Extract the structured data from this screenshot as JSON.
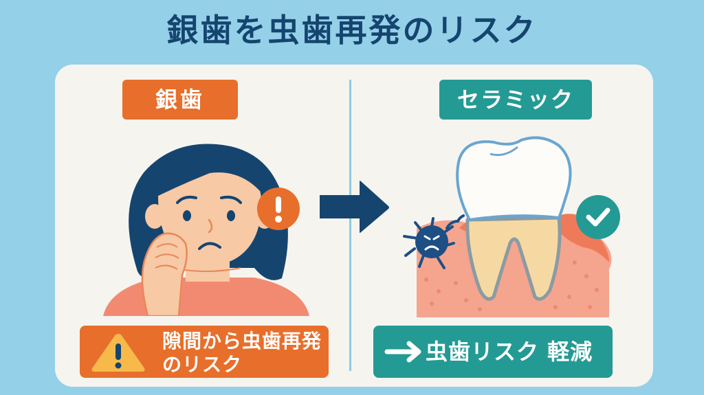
{
  "header": {
    "title": "銀歯を虫歯再発のリスク"
  },
  "left_panel": {
    "badge_label": "銀歯",
    "illustration": "worried-woman-holding-cheek",
    "alert_icon": "exclamation-circle-icon",
    "bottom_box": {
      "icon": "warning-triangle-icon",
      "line1": "隙間から虫歯再発",
      "line2": "のリスク"
    }
  },
  "transition_icon": "arrow-right-icon",
  "right_panel": {
    "badge_label": "セラミック",
    "illustration": "tooth-with-ceramic-crown-and-germ",
    "check_icon": "check-circle-icon",
    "bottom_box": {
      "arrow": "→",
      "text": "虫歯リスク 軽減"
    }
  },
  "colors": {
    "background": "#94d0e8",
    "card": "#f6f4ef",
    "title": "#15456f",
    "orange": "#e76f2b",
    "teal": "#249a94",
    "navy": "#15456f",
    "divider": "#8ecbe2"
  }
}
